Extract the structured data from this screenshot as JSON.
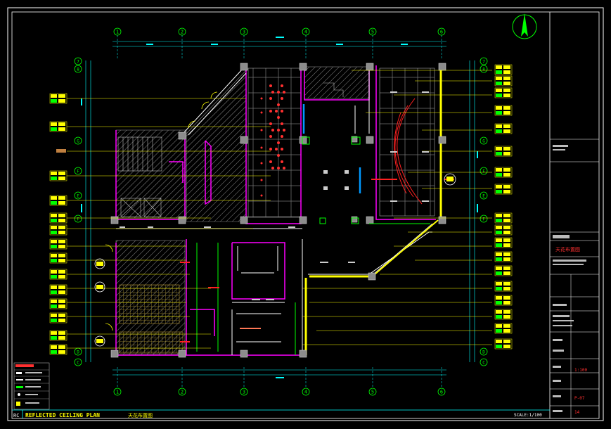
{
  "titleblock": {
    "drawing_title_cn": "天花布置图",
    "scale_value": "1:100",
    "sheet_code": "P-07",
    "sheet_number": "14",
    "bottom_title_en": "REFLECTED CEILING PLAN",
    "bottom_title_cn": "天花布置图",
    "bottom_scale": "SCALE:1/100",
    "badge": "RC"
  },
  "grid": {
    "columns": [
      "1",
      "2",
      "3",
      "4",
      "5",
      "6"
    ],
    "rows": [
      "7",
      "8",
      "G",
      "F",
      "E",
      "D",
      "C"
    ]
  },
  "colors": {
    "frame": "#ffffff",
    "dim": "#00ffff",
    "wall": "#ff00ff",
    "leader": "#ffff00",
    "room_grid": "#a0a0a0",
    "accent_red": "#ff2020",
    "accent_green": "#00ff00",
    "accent_blue": "#0099ff"
  },
  "icons": {
    "north": "north-arrow-icon"
  }
}
